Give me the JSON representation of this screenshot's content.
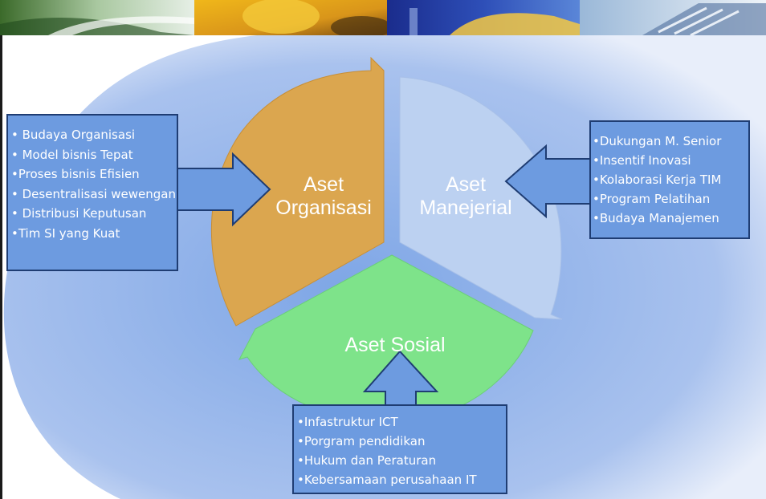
{
  "diagram": {
    "segments": [
      {
        "label": "Aset Organisasi",
        "color": "#dba64f"
      },
      {
        "label": "Aset Manejerial",
        "color": "#bcd1f1"
      },
      {
        "label": "Aset Sosial",
        "color": "#7ee38a"
      }
    ],
    "segment_lines": {
      "organisasi": [
        "Aset",
        "Organisasi"
      ],
      "manejerial": [
        "Aset",
        "Manejerial"
      ],
      "sosial": [
        "Aset Sosial"
      ]
    },
    "boxes": {
      "organisasi": [
        "• Budaya Organisasi",
        "• Model bisnis Tepat",
        "•Proses bisnis Efisien",
        "• Desentralisasi wewengan",
        "• Distribusi Keputusan",
        "•Tim SI yang Kuat"
      ],
      "manejerial": [
        "•Dukungan M. Senior",
        "•Insentif Inovasi",
        "•Kolaborasi Kerja TIM",
        "•Program Pelatihan",
        "•Budaya Manajemen"
      ],
      "sosial": [
        "•Infastruktur ICT",
        "•Porgram pendidikan",
        "•Hukum dan Peraturan",
        "•Kebersamaan perusahaan IT"
      ]
    },
    "colors": {
      "box_fill": "#6d9be0",
      "box_border": "#1f3d73",
      "background_circle": "#7fa6e6",
      "text": "#ffffff"
    }
  }
}
